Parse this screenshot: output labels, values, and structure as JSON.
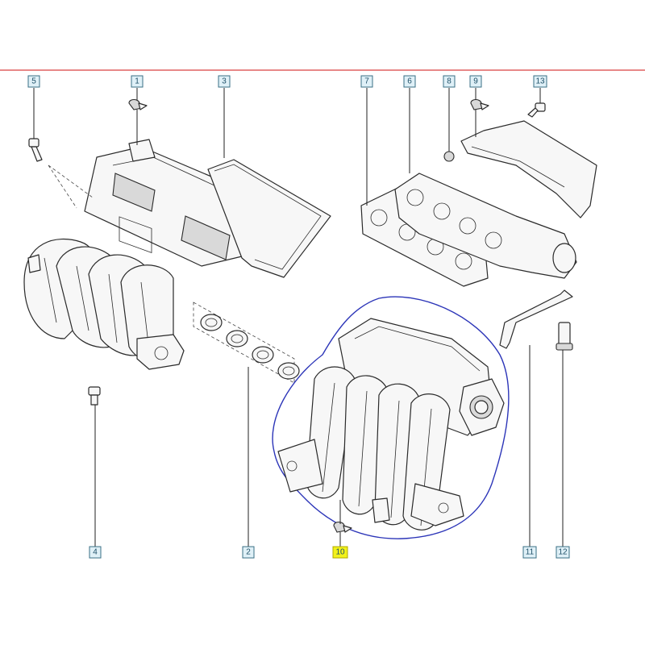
{
  "colors": {
    "header_rule": "#d94040",
    "callout_fill": "#dff0f7",
    "callout_stroke": "#3a6f86",
    "highlight_callout": "#f2f21a",
    "highlight_leader": "#e8e800",
    "selection_outline": "#2c35b8"
  },
  "callouts": [
    {
      "id": "c5",
      "label": "5"
    },
    {
      "id": "c1",
      "label": "1"
    },
    {
      "id": "c3",
      "label": "3"
    },
    {
      "id": "c7",
      "label": "7"
    },
    {
      "id": "c6",
      "label": "6"
    },
    {
      "id": "c8",
      "label": "8"
    },
    {
      "id": "c9",
      "label": "9"
    },
    {
      "id": "c13",
      "label": "13"
    },
    {
      "id": "c4",
      "label": "4"
    },
    {
      "id": "c2",
      "label": "2"
    },
    {
      "id": "c10",
      "label": "10"
    },
    {
      "id": "c11",
      "label": "11"
    },
    {
      "id": "c12",
      "label": "12"
    }
  ],
  "highlighted_callout": "10"
}
